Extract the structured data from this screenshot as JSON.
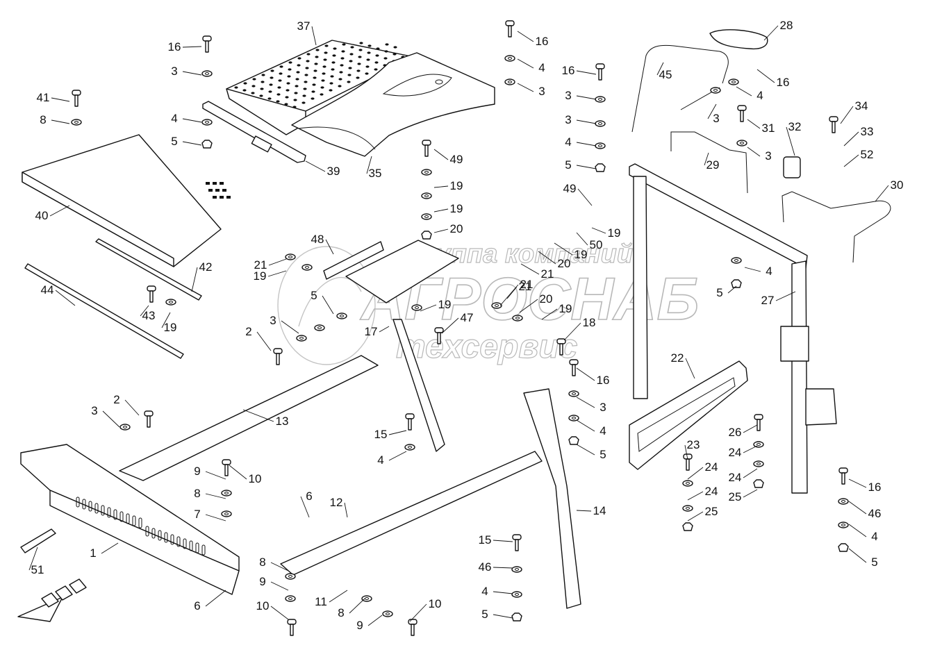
{
  "watermark": {
    "line1": "группа компаний",
    "line2": "АГРОСНАБ",
    "line3": "техсервис"
  },
  "callouts": [
    {
      "id": "c37a",
      "label": "37"
    },
    {
      "id": "c16a",
      "label": "16"
    },
    {
      "id": "c3a",
      "label": "3"
    },
    {
      "id": "c4a",
      "label": "4"
    },
    {
      "id": "c5a",
      "label": "5"
    },
    {
      "id": "c39",
      "label": "39"
    },
    {
      "id": "c35",
      "label": "35"
    },
    {
      "id": "c16b",
      "label": "16"
    },
    {
      "id": "c4b",
      "label": "4"
    },
    {
      "id": "c3b",
      "label": "3"
    },
    {
      "id": "c41",
      "label": "41"
    },
    {
      "id": "c8a",
      "label": "8"
    },
    {
      "id": "c40",
      "label": "40"
    },
    {
      "id": "c42",
      "label": "42"
    },
    {
      "id": "c44",
      "label": "44"
    },
    {
      "id": "c43",
      "label": "43"
    },
    {
      "id": "c19a",
      "label": "19"
    },
    {
      "id": "c28",
      "label": "28"
    },
    {
      "id": "c45",
      "label": "45"
    },
    {
      "id": "c16c",
      "label": "16"
    },
    {
      "id": "c4c",
      "label": "4"
    },
    {
      "id": "c3c",
      "label": "3"
    },
    {
      "id": "c16d",
      "label": "16"
    },
    {
      "id": "c3d",
      "label": "3"
    },
    {
      "id": "c3e",
      "label": "3"
    },
    {
      "id": "c4d",
      "label": "4"
    },
    {
      "id": "c5b",
      "label": "5"
    },
    {
      "id": "c34",
      "label": "34"
    },
    {
      "id": "c31",
      "label": "31"
    },
    {
      "id": "c32",
      "label": "32"
    },
    {
      "id": "c33",
      "label": "33"
    },
    {
      "id": "c3f",
      "label": "3"
    },
    {
      "id": "c52",
      "label": "52"
    },
    {
      "id": "c29",
      "label": "29"
    },
    {
      "id": "c30",
      "label": "30"
    },
    {
      "id": "c49a",
      "label": "49"
    },
    {
      "id": "c19b",
      "label": "19"
    },
    {
      "id": "c19c",
      "label": "19"
    },
    {
      "id": "c20a",
      "label": "20"
    },
    {
      "id": "c49b",
      "label": "49"
    },
    {
      "id": "c19d",
      "label": "19"
    },
    {
      "id": "c50",
      "label": "50"
    },
    {
      "id": "c48",
      "label": "48"
    },
    {
      "id": "c21a",
      "label": "21"
    },
    {
      "id": "c19e",
      "label": "19"
    },
    {
      "id": "c21b",
      "label": "21"
    },
    {
      "id": "c20b",
      "label": "20"
    },
    {
      "id": "c19f",
      "label": "19"
    },
    {
      "id": "c21c",
      "label": "21"
    },
    {
      "id": "c21d",
      "label": "21"
    },
    {
      "id": "c20c",
      "label": "20"
    },
    {
      "id": "c19g",
      "label": "19"
    },
    {
      "id": "c18",
      "label": "18"
    },
    {
      "id": "c4e",
      "label": "4"
    },
    {
      "id": "c5c",
      "label": "5"
    },
    {
      "id": "c27",
      "label": "27"
    },
    {
      "id": "c5d",
      "label": "5"
    },
    {
      "id": "c3g",
      "label": "3"
    },
    {
      "id": "c2a",
      "label": "2"
    },
    {
      "id": "c17",
      "label": "17"
    },
    {
      "id": "c19h",
      "label": "19"
    },
    {
      "id": "c47",
      "label": "47"
    },
    {
      "id": "c16e",
      "label": "16"
    },
    {
      "id": "c22",
      "label": "22"
    },
    {
      "id": "c3h",
      "label": "3"
    },
    {
      "id": "c4f",
      "label": "4"
    },
    {
      "id": "c5e",
      "label": "5"
    },
    {
      "id": "c2b",
      "label": "2"
    },
    {
      "id": "c3i",
      "label": "3"
    },
    {
      "id": "c13",
      "label": "13"
    },
    {
      "id": "c15a",
      "label": "15"
    },
    {
      "id": "c4g",
      "label": "4"
    },
    {
      "id": "c26",
      "label": "26"
    },
    {
      "id": "c24a",
      "label": "24"
    },
    {
      "id": "c23",
      "label": "23"
    },
    {
      "id": "c24b",
      "label": "24"
    },
    {
      "id": "c24c",
      "label": "24"
    },
    {
      "id": "c24d",
      "label": "24"
    },
    {
      "id": "c25a",
      "label": "25"
    },
    {
      "id": "c25b",
      "label": "25"
    },
    {
      "id": "c16f",
      "label": "16"
    },
    {
      "id": "c46a",
      "label": "46"
    },
    {
      "id": "c4h",
      "label": "4"
    },
    {
      "id": "c5f",
      "label": "5"
    },
    {
      "id": "c9a",
      "label": "9"
    },
    {
      "id": "c10a",
      "label": "10"
    },
    {
      "id": "c8b",
      "label": "8"
    },
    {
      "id": "c7",
      "label": "7"
    },
    {
      "id": "c6a",
      "label": "6"
    },
    {
      "id": "c12",
      "label": "12"
    },
    {
      "id": "c14",
      "label": "14"
    },
    {
      "id": "c1",
      "label": "1"
    },
    {
      "id": "c51",
      "label": "51"
    },
    {
      "id": "c6b",
      "label": "6"
    },
    {
      "id": "c8c",
      "label": "8"
    },
    {
      "id": "c9b",
      "label": "9"
    },
    {
      "id": "c10b",
      "label": "10"
    },
    {
      "id": "c11",
      "label": "11"
    },
    {
      "id": "c8d",
      "label": "8"
    },
    {
      "id": "c9c",
      "label": "9"
    },
    {
      "id": "c10c",
      "label": "10"
    },
    {
      "id": "c15b",
      "label": "15"
    },
    {
      "id": "c46b",
      "label": "46"
    },
    {
      "id": "c4i",
      "label": "4"
    },
    {
      "id": "c5g",
      "label": "5"
    }
  ]
}
